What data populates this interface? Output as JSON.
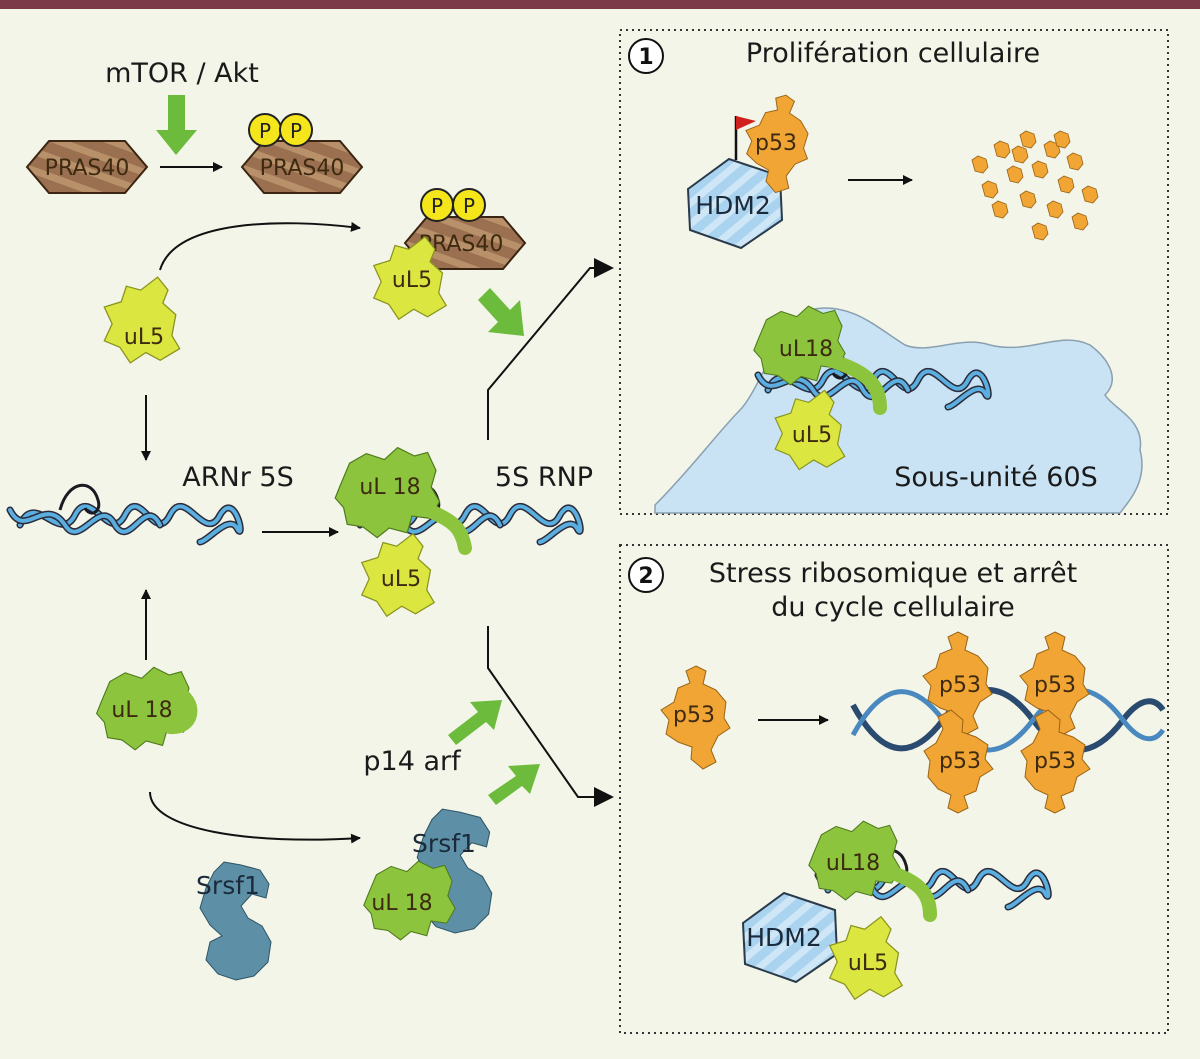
{
  "colors": {
    "background": "#f2f5e8",
    "top_bar": "#7c3a48",
    "pras40": "#9a7050",
    "phosphate": "#f5e61c",
    "uL5": "#dbe640",
    "uL18": "#8cc43e",
    "p53": "#f0a535",
    "hdm2": "#a9d3ef",
    "srsf1": "#5d90a6",
    "rna": "#4a9ed0",
    "subunit_60s": "#c9e3f4",
    "green_arrow": "#6cbb3c"
  },
  "labels": {
    "mtor_akt": "mTOR / Akt",
    "pras40": "PRAS40",
    "phospho": "P",
    "ul5": "uL5",
    "ul18": "uL18",
    "ul18_spaced": "uL 18",
    "arnr5s": "ARNr 5S",
    "rnp5s": "5S RNP",
    "p14arf": "p14 arf",
    "srsf1": "Srsf1",
    "p53": "p53",
    "hdm2": "HDM2",
    "subunit": "Sous-unité 60S"
  },
  "panels": [
    {
      "number": "1",
      "title": "Prolifération cellulaire"
    },
    {
      "number": "2",
      "title_line1": "Stress ribosomique et arrêt",
      "title_line2": "du cycle cellulaire"
    }
  ]
}
